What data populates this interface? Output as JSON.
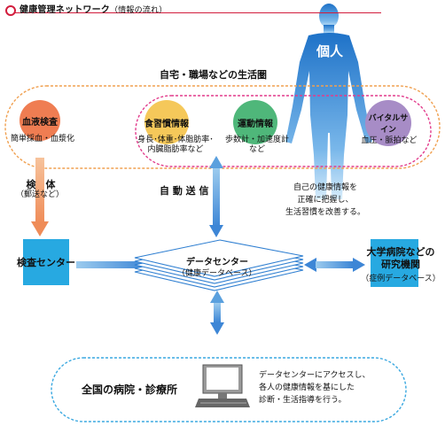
{
  "header": {
    "title": "健康管理ネットワーク",
    "subtitle": "（情報の流れ）"
  },
  "person": {
    "label": "個人"
  },
  "life_area": {
    "label": "自宅・職場などの生活圏"
  },
  "items": {
    "blood": {
      "title": "血液検査",
      "desc": "簡単採血・血漿化"
    },
    "diet": {
      "title": "食習慣情報",
      "desc1": "身長･体重･体脂肪率･",
      "desc2": "内臓脂肪率など"
    },
    "exercise": {
      "title": "運動情報",
      "desc1": "歩数計・加速度計",
      "desc2": "など"
    },
    "vital": {
      "title": "バイタルサイン",
      "desc": "血圧・脈拍など"
    }
  },
  "specimen": {
    "label": "検　体",
    "sub": "（郵送など）"
  },
  "auto_send": {
    "label": "自 動 送 信"
  },
  "self_note": {
    "line1": "自己の健康情報を",
    "line2": "正確に把握し、",
    "line3": "生活習慣を改善する。"
  },
  "lab_center": {
    "label": "検査センター"
  },
  "data_center": {
    "label": "データセンター",
    "sub": "（健康データベース）"
  },
  "university": {
    "line1": "大学病院などの",
    "line2": "研究機関",
    "sub": "（症例データベース）"
  },
  "clinics": {
    "label": "全国の病院・診療所",
    "note1": "データセンターにアクセスし、",
    "note2": "各人の健康情報を基にした",
    "note3": "診断・生活指導を行う。"
  },
  "colors": {
    "accent_red": "#d21c3c",
    "dash_orange": "#f0a050",
    "dash_pink": "#e23c8c",
    "dash_blue": "#3aa8e0",
    "box_blue": "#27a9e1",
    "blood": "#ef7d52",
    "diet": "#f5c85a",
    "exercise": "#4fb77a",
    "vital": "#a78cc6"
  }
}
